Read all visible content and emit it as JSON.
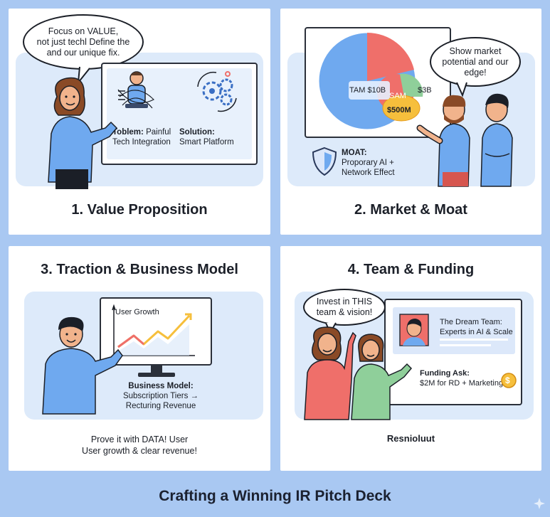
{
  "panels": {
    "p1": {
      "title": "1. Value Proposition",
      "bubble": [
        "Focus on VALUE,",
        "not just techl Define the",
        "and our unique fix."
      ],
      "problem_label": "Toblem:",
      "problem_text_1": "Painful",
      "problem_text_2": "Tech Integration",
      "solution_label": "Solution:",
      "solution_text": "Smart Platform"
    },
    "p2": {
      "title": "2. Market & Moat",
      "bubble": [
        "Show market",
        "potential and our",
        "edge!"
      ],
      "tam": "TAM $10B",
      "sam": "SAM",
      "sam_value": "$3B",
      "som_value": "$500M",
      "moat_label": "MOAT:",
      "moat_line1": "Proporary AI +",
      "moat_line2": "Network Effect"
    },
    "p3": {
      "title": "3. Traction & Business Model",
      "chart_label": "User Growth",
      "bm_label": "Business Model:",
      "bm_line1": "Subscription Tiers →",
      "bm_line2": "Recturing Revenue",
      "caption1": "Prove it with DATA! User",
      "caption2": "User growth & clear revenue!"
    },
    "p4": {
      "title": "4. Team & Funding",
      "bubble": [
        "Invest in THIS",
        "team & vision!"
      ],
      "team_line1": "The Dream Team:",
      "team_line2": "Experts in AI & Scale",
      "funding_label": "Funding Ask:",
      "funding_text": "$2M for RD + Marketing",
      "coin": "$",
      "caption": "Resnioluut"
    }
  },
  "footer": {
    "title": "Crafting a Winning IR Pitch Deck"
  },
  "colors": {
    "page_bg": "#a9c8f2",
    "scene_bg": "#ddeafa",
    "pie_blue": "#6fa9ef",
    "pie_red": "#ef6f6a",
    "pie_green": "#8fcf9a",
    "pie_yellow": "#f6bf3c",
    "accent_orange": "#f5a623"
  }
}
